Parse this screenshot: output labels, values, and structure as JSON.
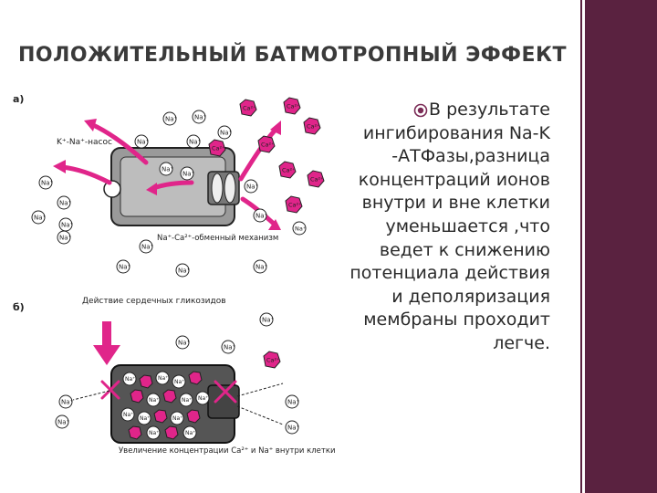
{
  "slide": {
    "title": "ПОЛОЖИТЕЛЬНЫЙ БАТМОТРОПНЫЙ ЭФФЕКТ",
    "bullet_text": "В результате ингибирования Na-K -АТФазы,разница концентраций ионов внутри и вне клетки уменьшается ,что ведет к снижению потенциала действия и деполяризация мембраны проходит легче.",
    "bullet_icon": "circle-bullet-icon",
    "accent_color": "#5a2240",
    "ion_color": "#e0258a"
  },
  "figure": {
    "panel_a_label": "а)",
    "panel_b_label": "б)",
    "pump_label": "K⁺-Na⁺-насос",
    "exchanger_label": "Na⁺-Ca²⁺-обменный механизм",
    "glycoside_label": "Действие сердечных гликозидов",
    "increase_label": "Увеличение концентрации Ca²⁺ и Na⁺ внутри клетки",
    "na": "Na⁺",
    "ca": "Ca²⁺"
  }
}
